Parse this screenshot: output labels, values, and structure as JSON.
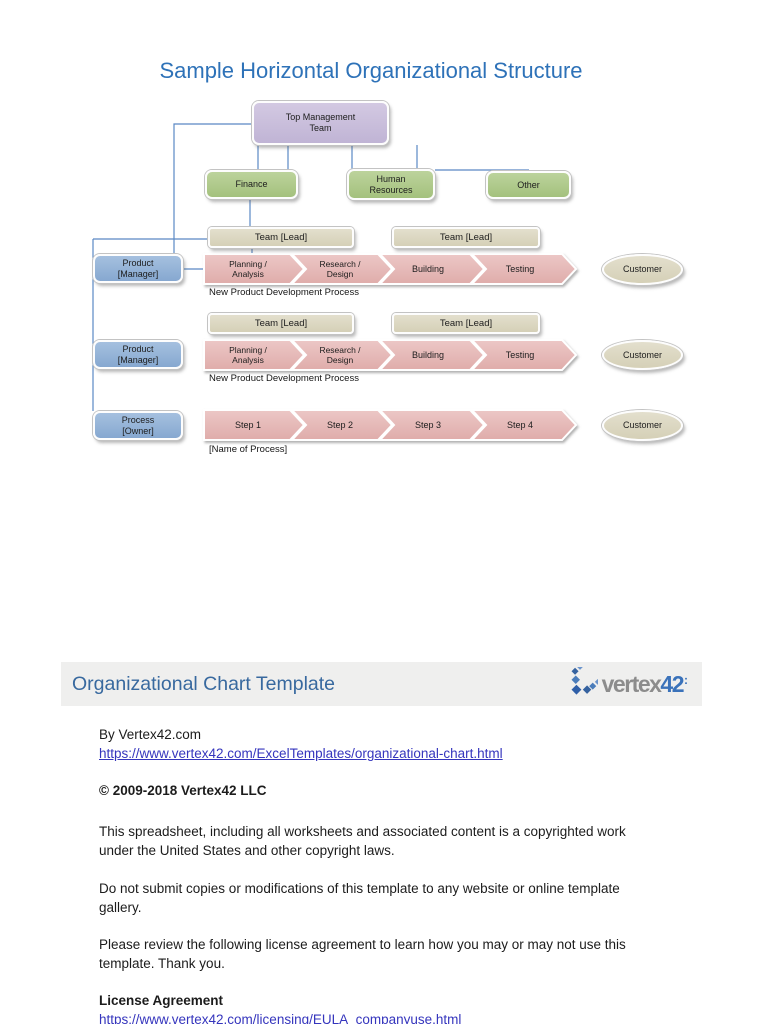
{
  "chart": {
    "title": "Sample Horizontal Organizational Structure",
    "nodes": {
      "top_l1": "Top Management",
      "top_l2": "Team",
      "finance": "Finance",
      "hr_l1": "Human",
      "hr_l2": "Resources",
      "other": "Other",
      "team_lead": "Team [Lead]",
      "product_l1": "Product",
      "product_l2": "[Manager]",
      "owner_l1": "Process",
      "owner_l2": "[Owner]",
      "customer": "Customer"
    },
    "process": {
      "planning_l1": "Planning /",
      "planning_l2": "Analysis",
      "research_l1": "Research /",
      "research_l2": "Design",
      "building": "Building",
      "testing": "Testing",
      "steps": [
        "Step 1",
        "Step 2",
        "Step 3",
        "Step 4"
      ],
      "npd_caption": "New Product Development Process",
      "name_caption": "[Name of Process]"
    },
    "colors": {
      "purple": "#c7bcdb",
      "green": "#aecb8a",
      "tan": "#dcd8c2",
      "blue": "#94b2d6",
      "pink": "#e5b8b7",
      "connector": "#5a88c4"
    }
  },
  "header": {
    "title": "Organizational Chart Template",
    "logo_gray": "vertex",
    "logo_blue": "42",
    "logo_mark": ":"
  },
  "license": {
    "byline": "By Vertex42.com",
    "url1": "https://www.vertex42.com/ExcelTemplates/organizational-chart.html",
    "copyright": "© 2009-2018 Vertex42 LLC",
    "para1": "This spreadsheet, including all worksheets and associated content is a copyrighted work under the United States and other copyright laws.",
    "para2": "Do not submit copies or modifications of this template to any website or online template gallery.",
    "para3": "Please review the following license agreement to learn how you may or may not use this template. Thank you.",
    "license_heading": "License Agreement",
    "url2": "https://www.vertex42.com/licensing/EULA_companyuse.html"
  }
}
